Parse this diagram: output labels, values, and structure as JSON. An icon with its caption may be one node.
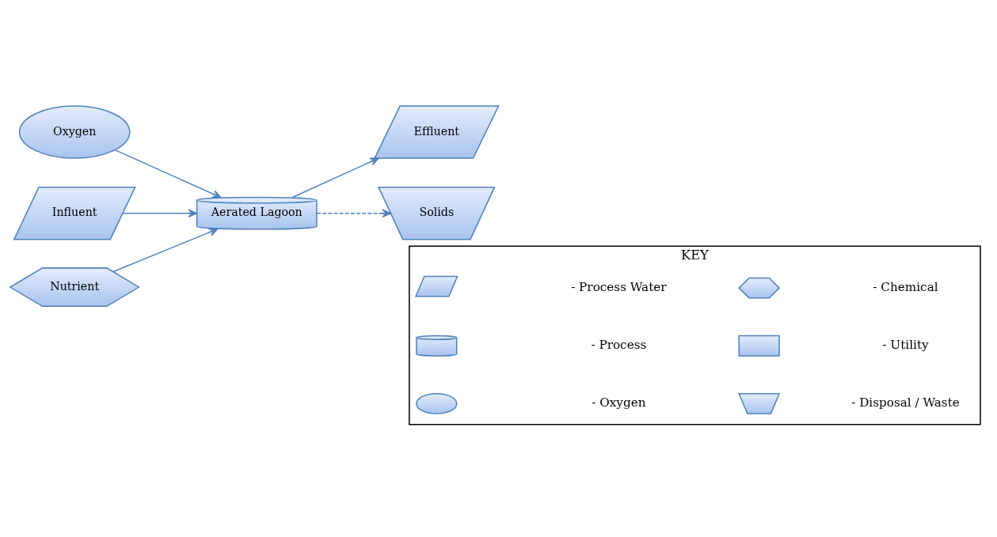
{
  "diagram": {
    "nodes": [
      {
        "text": [
          "Oxygen"
        ]
      },
      {
        "text": [
          "Influent"
        ]
      },
      {
        "text": [
          "Nutrient"
        ]
      },
      {
        "text": [
          "Aerated Lagoon"
        ]
      },
      {
        "text": [
          "Effluent"
        ]
      },
      {
        "text": [
          "Solids"
        ]
      },
      {
        "text": [
          "KEY"
        ]
      },
      {
        "text": [],
        "shape": "parallelogram",
        "in": 6
      },
      {
        "text": [],
        "shape": "hexagon",
        "in": 6
      },
      {
        "text": [],
        "shape": "cylinder",
        "in": 6
      },
      {
        "text": [],
        "shape": "box",
        "in": 6
      },
      {
        "text": [],
        "shape": "ellipse",
        "in": 6
      },
      {
        "text": [],
        "shape": "trapezoid",
        "in": 6
      }
    ],
    "edges": [
      {
        "from": 0,
        "to": 3,
        "arrow": "to"
      },
      {
        "from": 1,
        "to": 3,
        "arrow": "to"
      },
      {
        "from": 2,
        "to": 3,
        "arrow": "to"
      },
      {
        "from": 3,
        "to": 4,
        "arrow": "to"
      },
      {
        "from": 3,
        "to": 5,
        "arrow": "to",
        "style": "dashed"
      }
    ],
    "legend": [
      {
        "text": "- Process Water"
      },
      {
        "text": "- Chemical"
      },
      {
        "text": "- Process"
      },
      {
        "text": "- Utility"
      },
      {
        "text": "- Oxygen"
      },
      {
        "text": "- Disposal / Waste"
      }
    ]
  }
}
